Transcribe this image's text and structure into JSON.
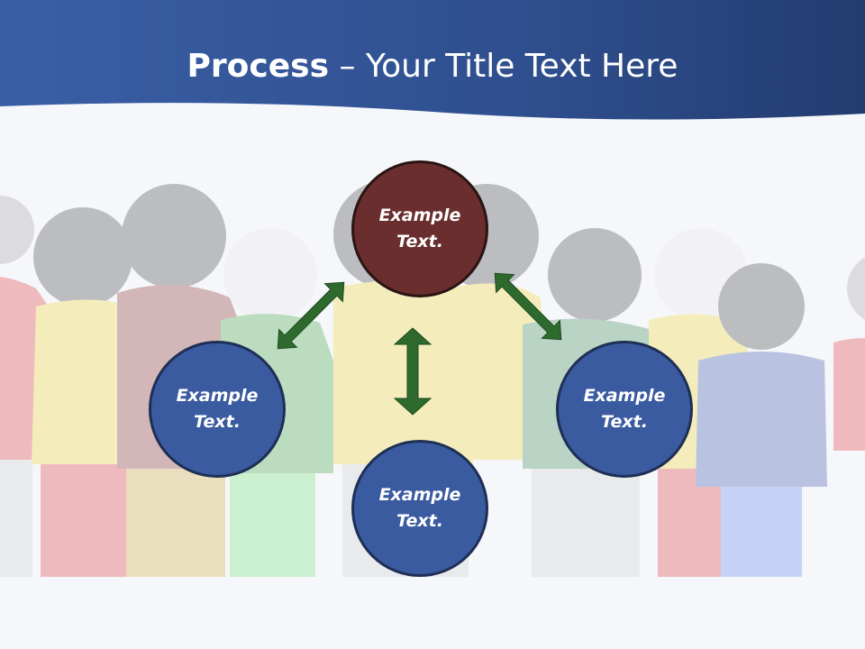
{
  "slide": {
    "title_bold": "Process",
    "title_rest": " – Your Title Text Here",
    "colors": {
      "banner": "#2f4f8e",
      "banner_dark": "#1f3664",
      "top_node": "#6a2e2e",
      "side_nodes": "#3b5ba0",
      "arrow": "#2e6a2e"
    }
  },
  "nodes": {
    "top": "Example Text.",
    "left": "Example Text.",
    "right": "Example Text.",
    "bottom": "Example Text."
  }
}
